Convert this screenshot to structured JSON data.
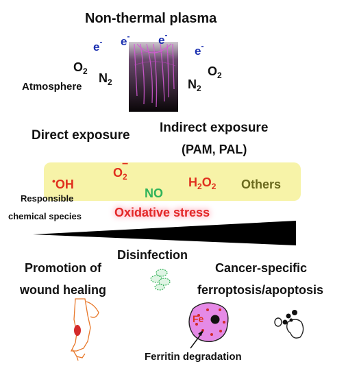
{
  "title": "Non-thermal plasma",
  "electrons": [
    "e",
    "e",
    "e",
    "e"
  ],
  "electron_charge": "-",
  "gases": {
    "o2_left": {
      "base": "O",
      "sub": "2"
    },
    "n2_left": {
      "base": "N",
      "sub": "2"
    },
    "n2_right": {
      "base": "N",
      "sub": "2"
    },
    "o2_right": {
      "base": "O",
      "sub": "2"
    }
  },
  "atmosphere_label": "Atmosphere",
  "direct_exposure": "Direct exposure",
  "indirect_exposure": "Indirect exposure",
  "indirect_note": "(PAM, PAL)",
  "species": {
    "oh": {
      "dot": "•",
      "text": "OH"
    },
    "superoxide": {
      "base": "O",
      "sub": "2",
      "sup": "−"
    },
    "no": "NO",
    "h2o2": {
      "a": "H",
      "sub1": "2",
      "b": "O",
      "sub2": "2"
    },
    "others": "Others"
  },
  "responsible_label_1": "Responsible",
  "responsible_label_2": "chemical species",
  "oxidative_stress": "Oxidative stress",
  "outcomes": {
    "disinfection": "Disinfection",
    "wound_1": "Promotion of",
    "wound_2": "wound healing",
    "cancer_1": "Cancer-specific",
    "cancer_2": "ferroptosis/apoptosis"
  },
  "fe_label": "Fe",
  "ferritin_label": "Ferritin degradation",
  "colors": {
    "electron": "#1a2fb0",
    "species_red": "#e0301e",
    "no_green": "#2fb35a",
    "others_olive": "#6b6a1e",
    "band_yellow": "#f7f3a8",
    "cell_pink": "#e58ae6",
    "wound_orange": "#e8782a"
  }
}
